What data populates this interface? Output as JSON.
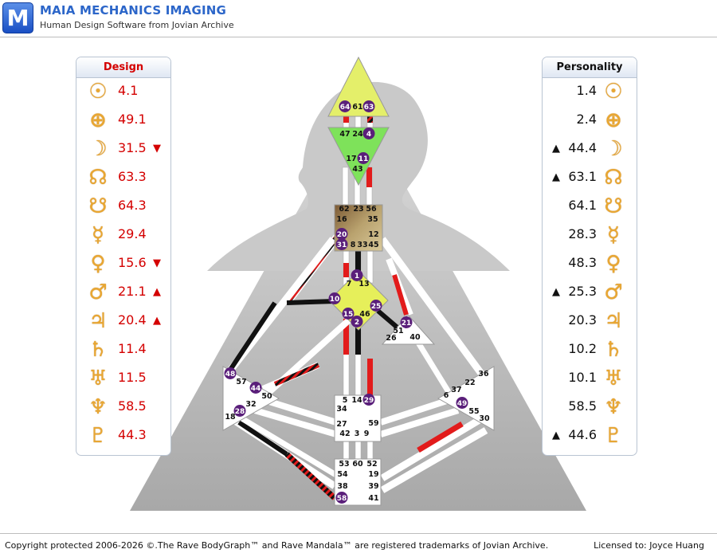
{
  "header": {
    "app_title": "MAIA MECHANICS IMAGING",
    "subtitle": "Human Design Software from Jovian Archive",
    "logo_letter": "M"
  },
  "design": {
    "title": "Design",
    "rows": [
      {
        "planet": "sun-icon",
        "glyph": "☉",
        "value": "4.1",
        "arrow": ""
      },
      {
        "planet": "earth-icon",
        "glyph": "⊕",
        "value": "49.1",
        "arrow": ""
      },
      {
        "planet": "moon-icon",
        "glyph": "☽",
        "value": "31.5",
        "arrow": "▼"
      },
      {
        "planet": "north-node-icon",
        "glyph": "☊",
        "value": "63.3",
        "arrow": ""
      },
      {
        "planet": "south-node-icon",
        "glyph": "☋",
        "value": "64.3",
        "arrow": ""
      },
      {
        "planet": "mercury-icon",
        "glyph": "☿",
        "value": "29.4",
        "arrow": ""
      },
      {
        "planet": "venus-icon",
        "glyph": "♀",
        "value": "15.6",
        "arrow": "▼"
      },
      {
        "planet": "mars-icon",
        "glyph": "♂",
        "value": "21.1",
        "arrow": "▲"
      },
      {
        "planet": "jupiter-icon",
        "glyph": "♃",
        "value": "20.4",
        "arrow": "▲"
      },
      {
        "planet": "saturn-icon",
        "glyph": "♄",
        "value": "11.4",
        "arrow": ""
      },
      {
        "planet": "uranus-icon",
        "glyph": "♅",
        "value": "11.5",
        "arrow": ""
      },
      {
        "planet": "neptune-icon",
        "glyph": "♆",
        "value": "58.5",
        "arrow": ""
      },
      {
        "planet": "pluto-icon",
        "glyph": "♇",
        "value": "44.3",
        "arrow": ""
      }
    ]
  },
  "personality": {
    "title": "Personality",
    "rows": [
      {
        "planet": "sun-icon",
        "glyph": "☉",
        "value": "1.4",
        "arrow": ""
      },
      {
        "planet": "earth-icon",
        "glyph": "⊕",
        "value": "2.4",
        "arrow": ""
      },
      {
        "planet": "moon-icon",
        "glyph": "☽",
        "value": "44.4",
        "arrow": "▲"
      },
      {
        "planet": "north-node-icon",
        "glyph": "☊",
        "value": "63.1",
        "arrow": "▲"
      },
      {
        "planet": "south-node-icon",
        "glyph": "☋",
        "value": "64.1",
        "arrow": ""
      },
      {
        "planet": "mercury-icon",
        "glyph": "☿",
        "value": "28.3",
        "arrow": ""
      },
      {
        "planet": "venus-icon",
        "glyph": "♀",
        "value": "48.3",
        "arrow": ""
      },
      {
        "planet": "mars-icon",
        "glyph": "♂",
        "value": "25.3",
        "arrow": "▲"
      },
      {
        "planet": "jupiter-icon",
        "glyph": "♃",
        "value": "20.3",
        "arrow": ""
      },
      {
        "planet": "saturn-icon",
        "glyph": "♄",
        "value": "10.2",
        "arrow": ""
      },
      {
        "planet": "uranus-icon",
        "glyph": "♅",
        "value": "10.1",
        "arrow": ""
      },
      {
        "planet": "neptune-icon",
        "glyph": "♆",
        "value": "58.5",
        "arrow": ""
      },
      {
        "planet": "pluto-icon",
        "glyph": "♇",
        "value": "44.6",
        "arrow": "▲"
      }
    ]
  },
  "bodygraph": {
    "colors": {
      "head": "#e4ef6a",
      "ajna": "#7ee25a",
      "throat": "#b49a62",
      "g": "#e6ef5a",
      "design_red": "#e21b1b",
      "personality_black": "#111111",
      "active_gate": "#5a1f7a"
    },
    "centers": {
      "head": {
        "gates": [
          "64",
          "61",
          "63"
        ],
        "active": [
          "64",
          "63"
        ]
      },
      "ajna": {
        "gates": [
          "47",
          "24",
          "4",
          "17",
          "11",
          "43"
        ],
        "active": [
          "4",
          "11"
        ]
      },
      "throat": {
        "gates": [
          "62",
          "23",
          "56",
          "16",
          "35",
          "12",
          "20",
          "31",
          "8",
          "33",
          "45"
        ],
        "active": [
          "20",
          "31"
        ]
      },
      "g": {
        "gates": [
          "1",
          "7",
          "13",
          "10",
          "25",
          "46",
          "15",
          "2"
        ],
        "active": [
          "1",
          "10",
          "25",
          "15",
          "2"
        ]
      },
      "heart": {
        "gates": [
          "21",
          "51",
          "26",
          "40"
        ],
        "active": [
          "21"
        ]
      },
      "spleen": {
        "gates": [
          "48",
          "57",
          "44",
          "50",
          "32",
          "28",
          "18"
        ],
        "active": [
          "48",
          "44",
          "28"
        ]
      },
      "sacral": {
        "gates": [
          "5",
          "14",
          "29",
          "34",
          "27",
          "42",
          "3",
          "9",
          "59"
        ],
        "active": [
          "29"
        ]
      },
      "solar_plexus": {
        "gates": [
          "36",
          "22",
          "37",
          "6",
          "49",
          "55",
          "30"
        ],
        "active": [
          "49"
        ]
      },
      "root": {
        "gates": [
          "53",
          "60",
          "52",
          "54",
          "19",
          "38",
          "39",
          "58",
          "41"
        ],
        "active": [
          "58"
        ]
      }
    }
  },
  "footer": {
    "copyright": "Copyright protected 2006-2026 ©.The Rave BodyGraph™ and Rave Mandala™ are registered trademarks of Jovian Archive.",
    "license": "Licensed to: Joyce Huang"
  }
}
